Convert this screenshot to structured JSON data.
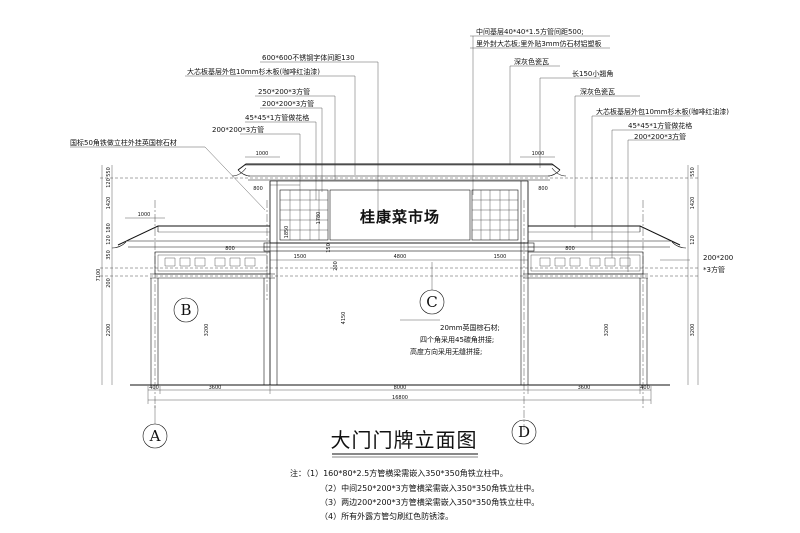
{
  "title": "大门门牌立面图",
  "sign_text": "桂康菜市场",
  "grid_labels": [
    "A",
    "B",
    "C",
    "D"
  ],
  "callouts": [
    "中间基层40*40*1.5方管间距500;",
    "里外封大芯板;里外贴3mm仿石材铝塑板",
    "600*600不锈钢字体间距130",
    "深灰色瓷瓦",
    "大芯板基层外包10mm杉木板(咖啡红油漆)",
    "长150小翘角",
    "250*200*3方管",
    "深灰色瓷瓦",
    "200*200*3方管",
    "大芯板基层外包10mm杉木板(咖啡红油漆)",
    "45*45*1方管做花格",
    "45*45*1方管做花格",
    "200*200*3方管",
    "200*200*3方管",
    "国标50角铁做立柱外挂英国棕石材"
  ],
  "right_callout": [
    "200*200",
    "*3方管"
  ],
  "stone_note": [
    "20mm英国棕石材;",
    "四个角采用45碳角拼接;",
    "高度方向采用无缝拼接;"
  ],
  "dims_top": [
    "1000",
    "1000",
    "1000"
  ],
  "dims_mid": [
    "1500",
    "4800",
    "1500"
  ],
  "dims_side": [
    "800",
    "800",
    "800",
    "800"
  ],
  "dims_bottom": [
    "400",
    "3600",
    "8000",
    "3600",
    "400"
  ],
  "dims_total": "16800",
  "dims_vertical_left": [
    "550",
    "120",
    "1420",
    "180",
    "120",
    "350",
    "200",
    "2200",
    "7100",
    "3200"
  ],
  "dims_vertical_center": [
    "1780",
    "150",
    "200",
    "1850",
    "4150",
    "3200"
  ],
  "dims_vertical_right": [
    "550",
    "1420",
    "120",
    "3200"
  ],
  "notes": [
    "注：（1）160*80*2.5方管横梁需嵌入350*350角铁立柱中。",
    "（2）中间250*200*3方管横梁需嵌入350*350角铁立柱中。",
    "（3）两边200*200*3方管横梁需嵌入350*350角铁立柱中。",
    "（4）所有外露方管匀刷红色防锈漆。"
  ]
}
